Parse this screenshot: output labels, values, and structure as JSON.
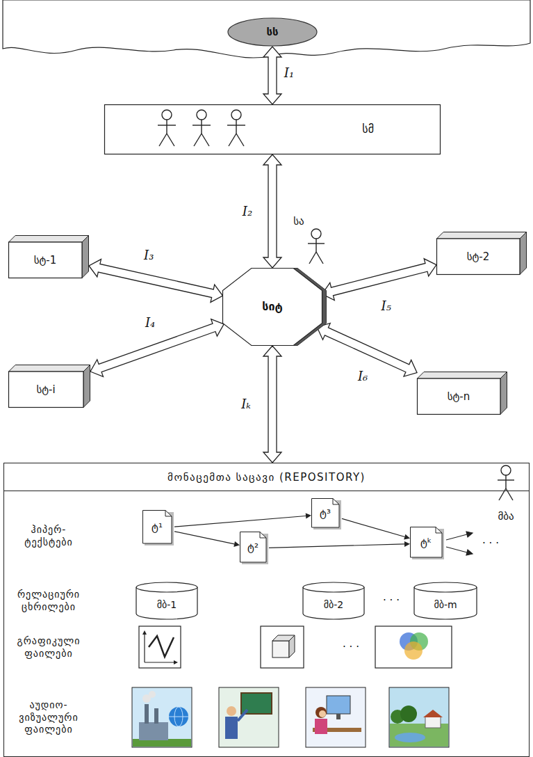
{
  "diagram": {
    "nodes": [
      {
        "text": [
          "სს"
        ]
      },
      {
        "text": [
          "სმ"
        ]
      },
      {
        "text": [
          "სტ-1"
        ]
      },
      {
        "text": [
          "სტ-2"
        ]
      },
      {
        "text": [
          "სიტ"
        ]
      },
      {
        "text": [
          "სტ-i"
        ]
      },
      {
        "text": [
          "სტ-n"
        ]
      },
      {
        "text": [
          "მონაცემთა საცავი (REPOSITORY)"
        ]
      },
      {
        "text": [
          "ტ¹"
        ],
        "in": 7
      },
      {
        "text": [
          "ტ³"
        ],
        "in": 7
      },
      {
        "text": [
          "ტ²"
        ],
        "in": 7
      },
      {
        "text": [
          "ტᵏ"
        ],
        "in": 7
      },
      {
        "text": [
          "მბ-1"
        ],
        "in": 7
      },
      {
        "text": [
          "მბ-2"
        ],
        "in": 7
      },
      {
        "text": [
          "მბ-m"
        ],
        "in": 7
      }
    ],
    "edges": [
      {
        "from": 0,
        "to": 1,
        "arrow": "both",
        "label": "I₁"
      },
      {
        "from": 1,
        "to": 4,
        "arrow": "both",
        "label": "I₂"
      },
      {
        "from": 2,
        "to": 4,
        "arrow": "both",
        "label": "I₃"
      },
      {
        "from": 5,
        "to": 4,
        "arrow": "both",
        "label": "I₄"
      },
      {
        "from": 3,
        "to": 4,
        "arrow": "both",
        "label": "I₅"
      },
      {
        "from": 6,
        "to": 4,
        "arrow": "both",
        "label": "I₆"
      },
      {
        "from": 4,
        "to": 7,
        "arrow": "both",
        "label": "Iₖ"
      },
      {
        "from": 8,
        "to": 9,
        "arrow": "to"
      },
      {
        "from": 8,
        "to": 10,
        "arrow": "to"
      },
      {
        "from": 9,
        "to": 11,
        "arrow": "to"
      },
      {
        "from": 10,
        "to": 11,
        "arrow": "to"
      }
    ],
    "labels": [
      "სა",
      "მბა",
      "ჰიპერ- ტექსტები",
      "რელაციური ცხრილები",
      "გრაფიკული ფაილები",
      "აუდიო- ვიზუალური ფაილები",
      "· · ·",
      "· · ·",
      "· · ·"
    ]
  }
}
